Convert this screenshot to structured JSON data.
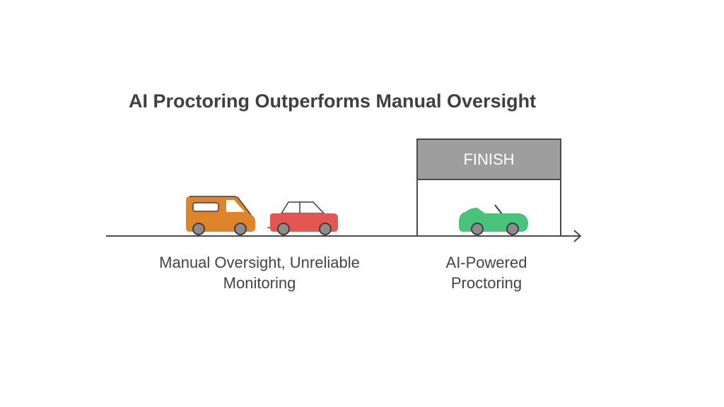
{
  "title": "AI Proctoring Outperforms Manual Oversight",
  "finish_label": "FINISH",
  "captions": {
    "left": [
      "Manual Oversight, Unreliable",
      "Monitoring"
    ],
    "right": [
      "AI-Powered",
      "Proctoring"
    ]
  },
  "colors": {
    "van": "#e0842c",
    "sedan": "#e35651",
    "convertible": "#47c47a",
    "finish_header": "#9e9e9e",
    "line": "#4a4a4a",
    "wheel": "#8c8c8c"
  }
}
